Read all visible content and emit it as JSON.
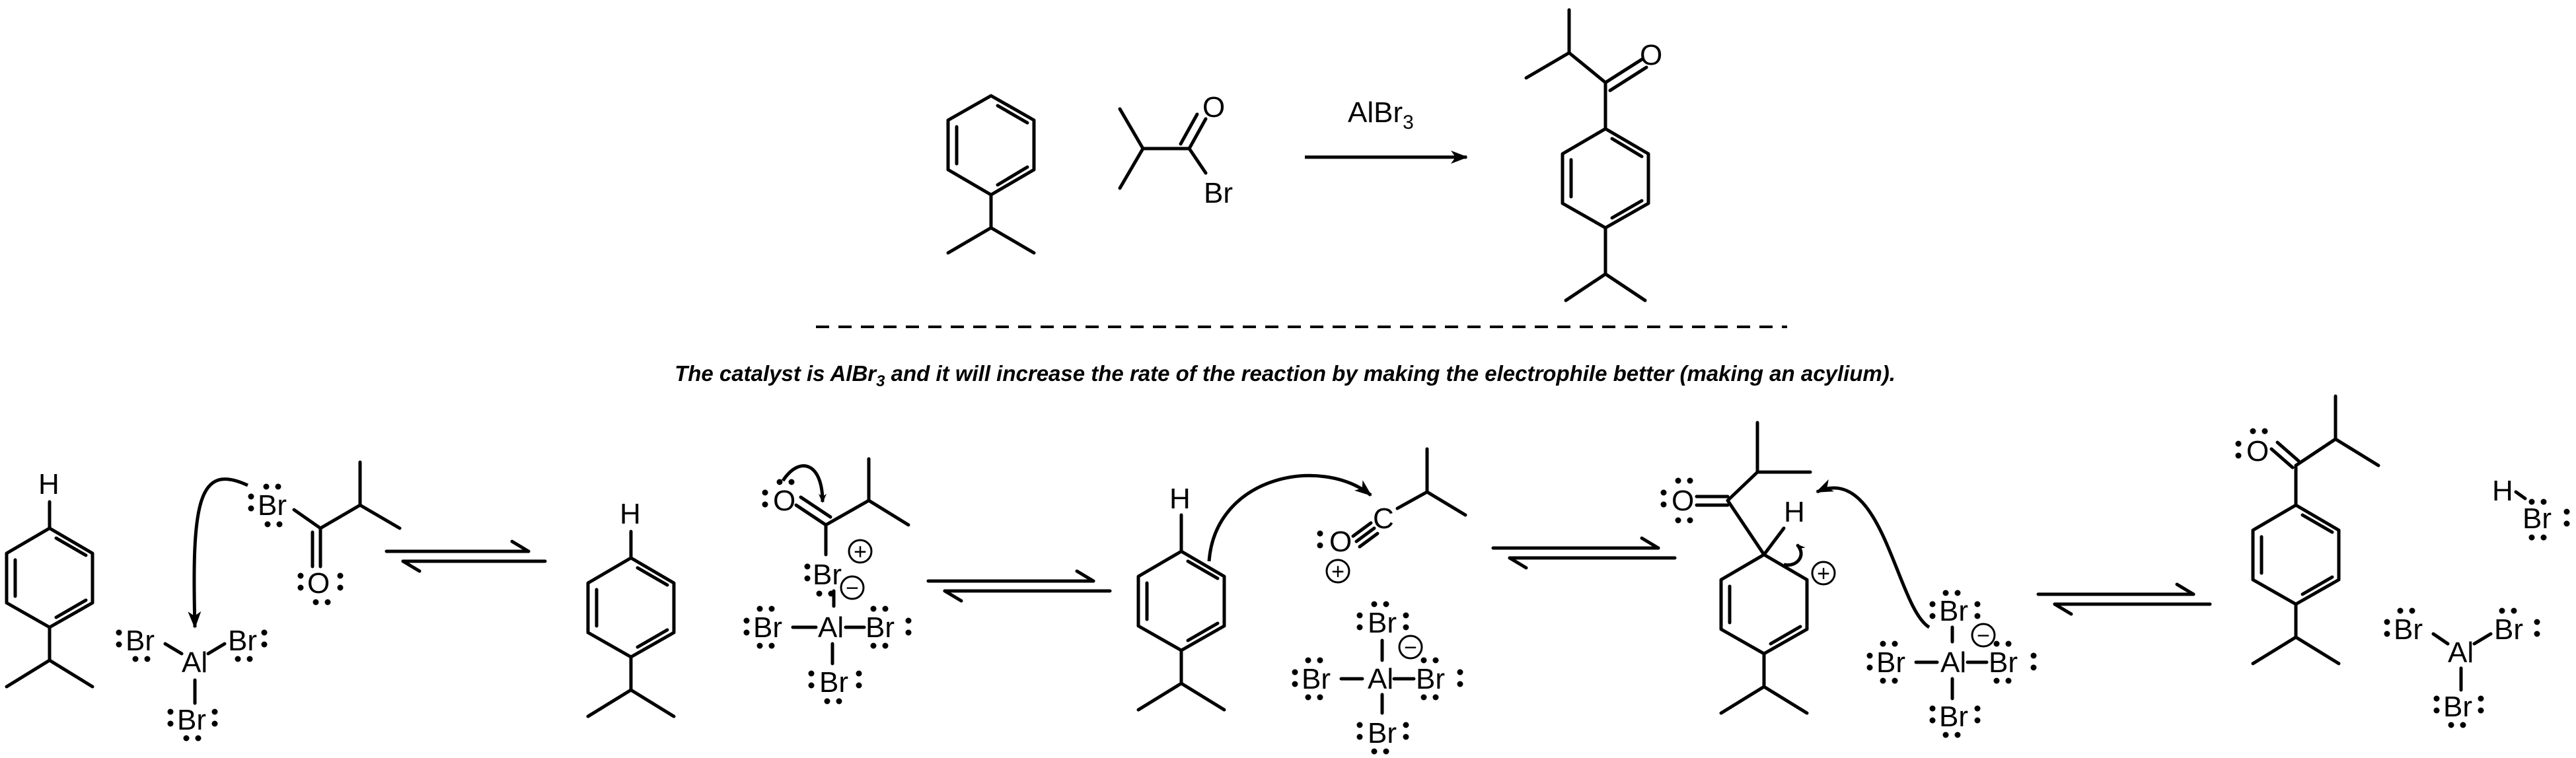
{
  "overall_reaction": {
    "reagent": "AlBr",
    "reagent_subscript": "3"
  },
  "atoms": {
    "oxygen": "O",
    "bromine": "Br",
    "aluminum": "Al",
    "hydrogen": "H",
    "carbon": "C"
  },
  "charges": {
    "plus": "+",
    "minus": "−"
  },
  "caption": {
    "part1": "The catalyst is AlBr",
    "sub": "3",
    "part2": " and it will increase the rate of the reaction by making the electrophile better (making an acylium)."
  }
}
